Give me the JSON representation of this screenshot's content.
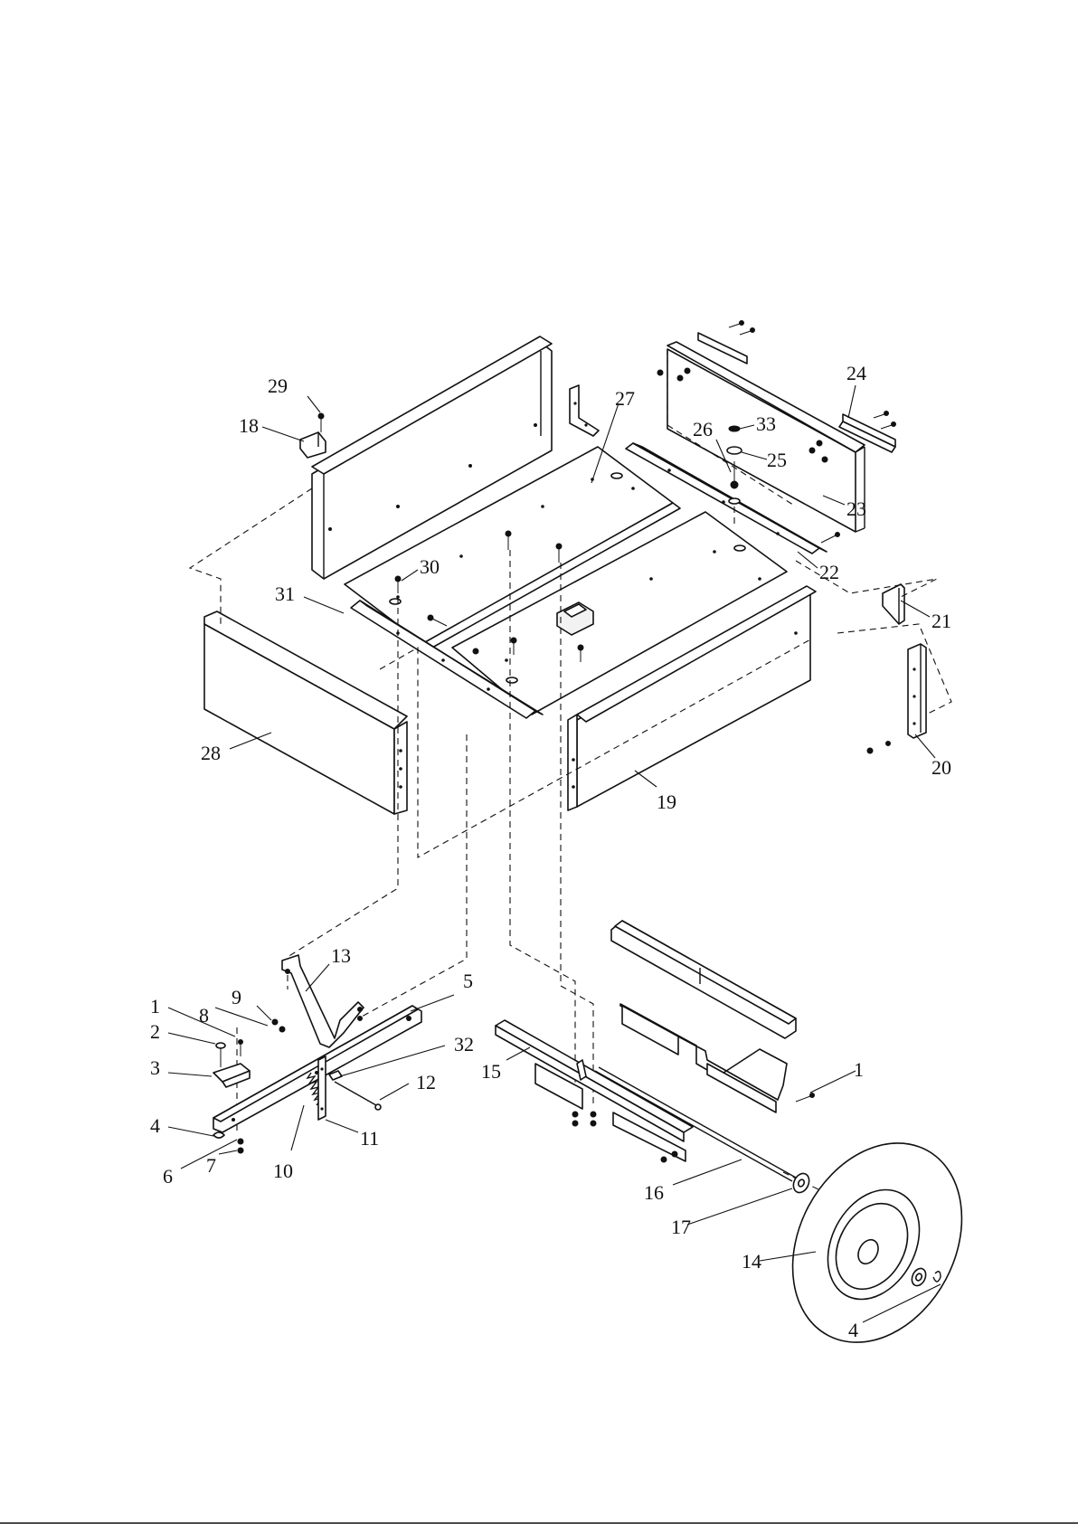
{
  "callouts": [
    {
      "id": "c29",
      "text": "29"
    },
    {
      "id": "c18",
      "text": "18"
    },
    {
      "id": "c27",
      "text": "27"
    },
    {
      "id": "c24",
      "text": "24"
    },
    {
      "id": "c26",
      "text": "26"
    },
    {
      "id": "c33",
      "text": "33"
    },
    {
      "id": "c25",
      "text": "25"
    },
    {
      "id": "c23",
      "text": "23"
    },
    {
      "id": "c22",
      "text": "22"
    },
    {
      "id": "c21",
      "text": "21"
    },
    {
      "id": "c30",
      "text": "30"
    },
    {
      "id": "c31",
      "text": "31"
    },
    {
      "id": "c28",
      "text": "28"
    },
    {
      "id": "c19",
      "text": "19"
    },
    {
      "id": "c20",
      "text": "20"
    },
    {
      "id": "c13",
      "text": "13"
    },
    {
      "id": "c5",
      "text": "5"
    },
    {
      "id": "c9",
      "text": "9"
    },
    {
      "id": "c8",
      "text": "8"
    },
    {
      "id": "c1a",
      "text": "1"
    },
    {
      "id": "c2",
      "text": "2"
    },
    {
      "id": "c3",
      "text": "3"
    },
    {
      "id": "c32",
      "text": "32"
    },
    {
      "id": "c12",
      "text": "12"
    },
    {
      "id": "c4a",
      "text": "4"
    },
    {
      "id": "c6",
      "text": "6"
    },
    {
      "id": "c7",
      "text": "7"
    },
    {
      "id": "c10",
      "text": "10"
    },
    {
      "id": "c11",
      "text": "11"
    },
    {
      "id": "c15",
      "text": "15"
    },
    {
      "id": "c1b",
      "text": "1"
    },
    {
      "id": "c16",
      "text": "16"
    },
    {
      "id": "c17",
      "text": "17"
    },
    {
      "id": "c14",
      "text": "14"
    },
    {
      "id": "c4b",
      "text": "4"
    }
  ]
}
